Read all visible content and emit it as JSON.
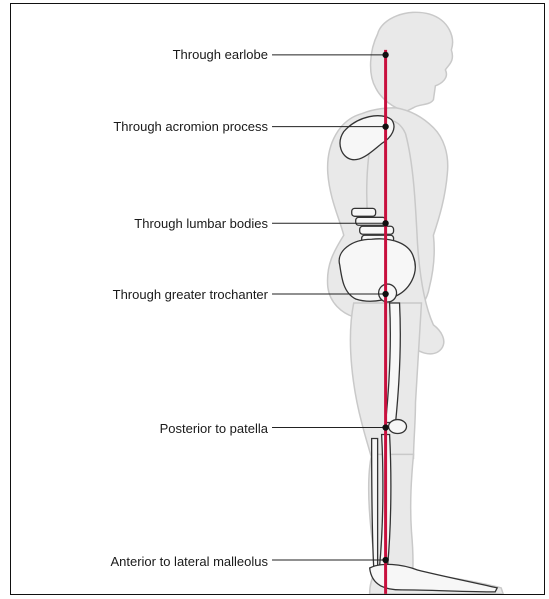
{
  "diagram": {
    "labels": [
      {
        "id": "earlobe",
        "text": "Through earlobe"
      },
      {
        "id": "acromion",
        "text": "Through acromion process"
      },
      {
        "id": "lumbar",
        "text": "Through lumbar bodies"
      },
      {
        "id": "trochanter",
        "text": "Through greater trochanter"
      },
      {
        "id": "patella",
        "text": "Posterior to patella"
      },
      {
        "id": "malleolus",
        "text": "Anterior to lateral malleolus"
      }
    ],
    "colors": {
      "plumb_line": "#c8103e",
      "body_fill": "#e9e9e9",
      "body_outline": "#c9c9c9",
      "bone_outline": "#333333",
      "leader_line": "#222222",
      "marker": "#111111"
    }
  }
}
